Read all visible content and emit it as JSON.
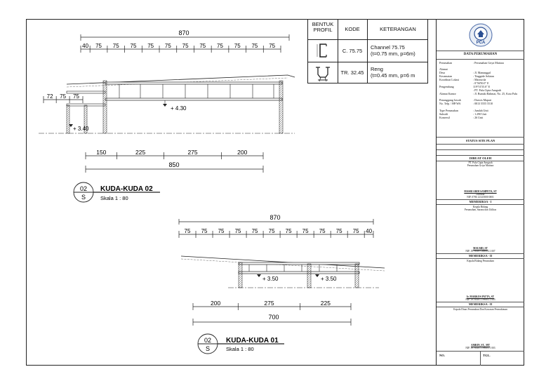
{
  "legend": {
    "headers": {
      "profile": "BENTUK PROFIL",
      "code": "KODE",
      "desc": "KETERANGAN"
    },
    "rows": [
      {
        "code": "C. 75.75",
        "desc_line1": "Channel 75.75",
        "desc_line2": "(t=0.75 mm, p=6m)"
      },
      {
        "code": "TR. 32.45",
        "desc_line1": "Reng",
        "desc_line2": "(t=0.45 mm, p=6 m"
      }
    ]
  },
  "truss2": {
    "title": "KUDA-KUDA 02",
    "scale": "Skala 1 : 80",
    "tag_top": "02",
    "tag_bottom": "S",
    "top_total": "870",
    "top_segments": [
      "40",
      "75",
      "75",
      "75",
      "75",
      "75",
      "75",
      "75",
      "75",
      "75",
      "75",
      "75"
    ],
    "side_segments": [
      "72",
      "75",
      "75"
    ],
    "elev_main": "+ 4.30",
    "elev_low": "+ 3.40",
    "bottom_segments": [
      "150",
      "225",
      "275",
      "200"
    ],
    "bottom_total": "850"
  },
  "truss1": {
    "title": "KUDA-KUDA 01",
    "scale": "Skala 1 : 80",
    "tag_top": "02",
    "tag_bottom": "S",
    "top_total": "870",
    "top_segments": [
      "75",
      "75",
      "75",
      "75",
      "75",
      "75",
      "75",
      "75",
      "75",
      "75",
      "75",
      "40"
    ],
    "elev_left": "+ 3.50",
    "elev_right": "+ 3.50",
    "bottom_segments": [
      "200",
      "275",
      "225"
    ],
    "bottom_total": "700"
  },
  "titleblock": {
    "logo_text": "PCA",
    "data_title": "DATA PERUMAHAN",
    "fields": [
      {
        "k": "Perumahan",
        "v": ": Perumahan Griya Mutiara"
      },
      {
        "k": "Alamat",
        "v": ""
      },
      {
        "k": "Desa",
        "v": ": Jl. Manunggal"
      },
      {
        "k": "Kecamatan",
        "v": ": Tinggede Selatan"
      },
      {
        "k": "Koordinat Lokasi",
        "v": ": Marawola"
      },
      {
        "k": "",
        "v": ": 0°56'50.0\" E"
      },
      {
        "k": "Pengembang",
        "v": "119°51'55.0\" E"
      },
      {
        "k": "",
        "v": ": PT. Palu Cipta Anugrah"
      },
      {
        "k": "Alamat Kantor",
        "v": ": Jl. Bumiki Rahmat, No. 25, Kota Palu"
      },
      {
        "k": "Penanggung Jawab",
        "v": ": Darwis Mapari"
      },
      {
        "k": "No. Telp. / HP/WA",
        "v": ": 0813 5555 5510"
      },
      {
        "k": "Type Perumahan",
        "v": ": Jumlah Unit"
      },
      {
        "k": "Subsidi",
        "v": ": 1.290     Unit"
      },
      {
        "k": "Komersil",
        "v": ": 26        Unit"
      }
    ],
    "status": "STATUS SITE PLAN",
    "dibuat_oleh": "DIBUAT OLEH",
    "dibuat_company": "PT. Palu Cipta Anugrah",
    "dibuat_project": "Perumahan Griya Mutiara",
    "sign1_name": "MASRI ARDI SAMPETA, ST",
    "sign1_role": "Direktur",
    "sign1_nip": "NIP. 0786 1234 0000 0001",
    "memeriksa1": "MEMERIKSA - I",
    "memeriksa1_role": "Kepala Bidang",
    "memeriksa1_dept": "Perumahan, Sarana dan Utilitas",
    "sign2_name": "MAUSID, ST",
    "sign2_nip": "NIP. 19700101 200003 1 007",
    "memeriksa2a": "MEMERIKSA - II",
    "memeriksa2a_role": "Kepala Bidang Perumahan",
    "sign3_name": "Ir. MARKOS PATTA, ST",
    "sign3_nip": "NIP. 19700101 199803 1 003",
    "memeriksa2b": "MEMERIKSA - II",
    "memeriksa2b_role": "Kepala Dinas Perumahan Dan Kawasan Permukiman",
    "sign4_name": "AMRIN, ST., MT",
    "sign4_nip": "NIP. 19700101 199603 1 003",
    "no_label": "NO.",
    "tgl_label": "TGL."
  }
}
